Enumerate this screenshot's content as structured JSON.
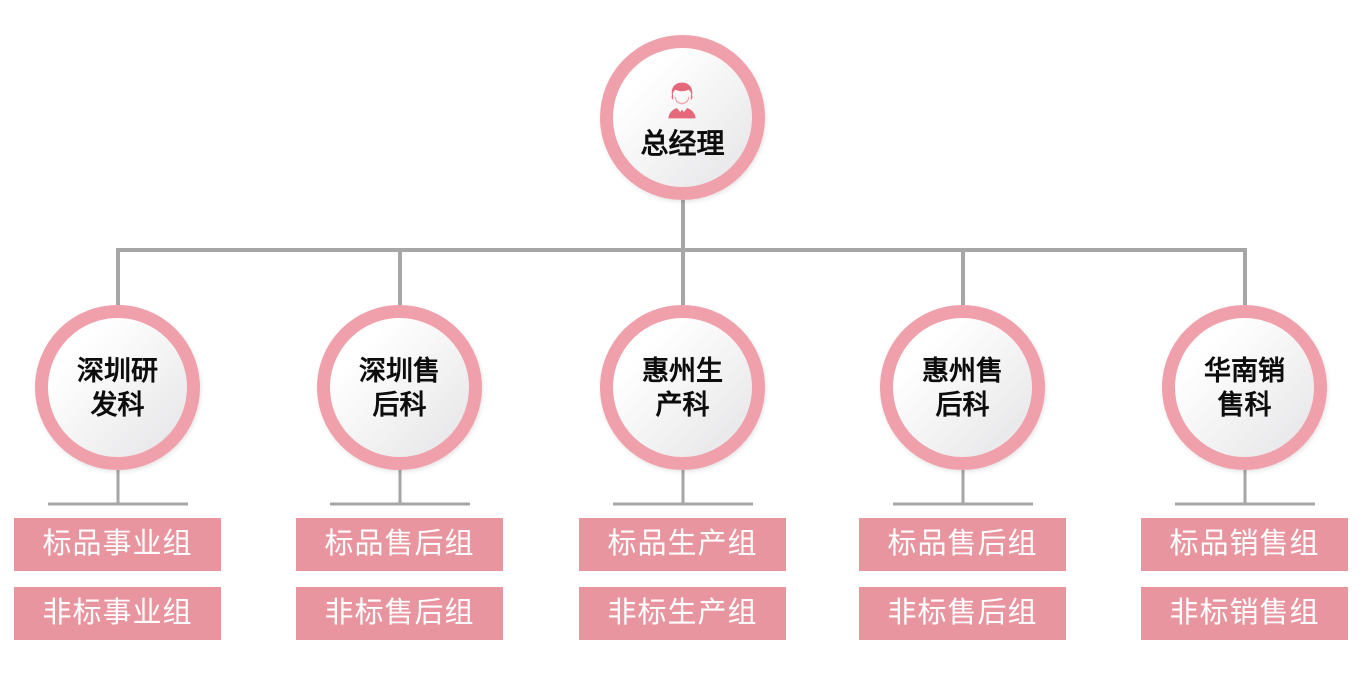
{
  "org": {
    "root": {
      "title": "总经理",
      "icon": "person-icon"
    },
    "departments": [
      {
        "name": "深圳研发科",
        "groups": [
          "标品事业组",
          "非标事业组"
        ]
      },
      {
        "name": "深圳售后科",
        "groups": [
          "标品售后组",
          "非标售后组"
        ]
      },
      {
        "name": "惠州生产科",
        "groups": [
          "标品生产组",
          "非标生产组"
        ]
      },
      {
        "name": "惠州售后科",
        "groups": [
          "标品售后组",
          "非标售后组"
        ]
      },
      {
        "name": "华南销售科",
        "groups": [
          "标品销售组",
          "非标销售组"
        ]
      }
    ],
    "colors": {
      "ring": "#EFA0AB",
      "box": "#E9959F",
      "icon": "#E5697B",
      "line": "#A6A6A6",
      "circle_text": "#0d0d0d",
      "box_text": "#ffffff"
    }
  }
}
